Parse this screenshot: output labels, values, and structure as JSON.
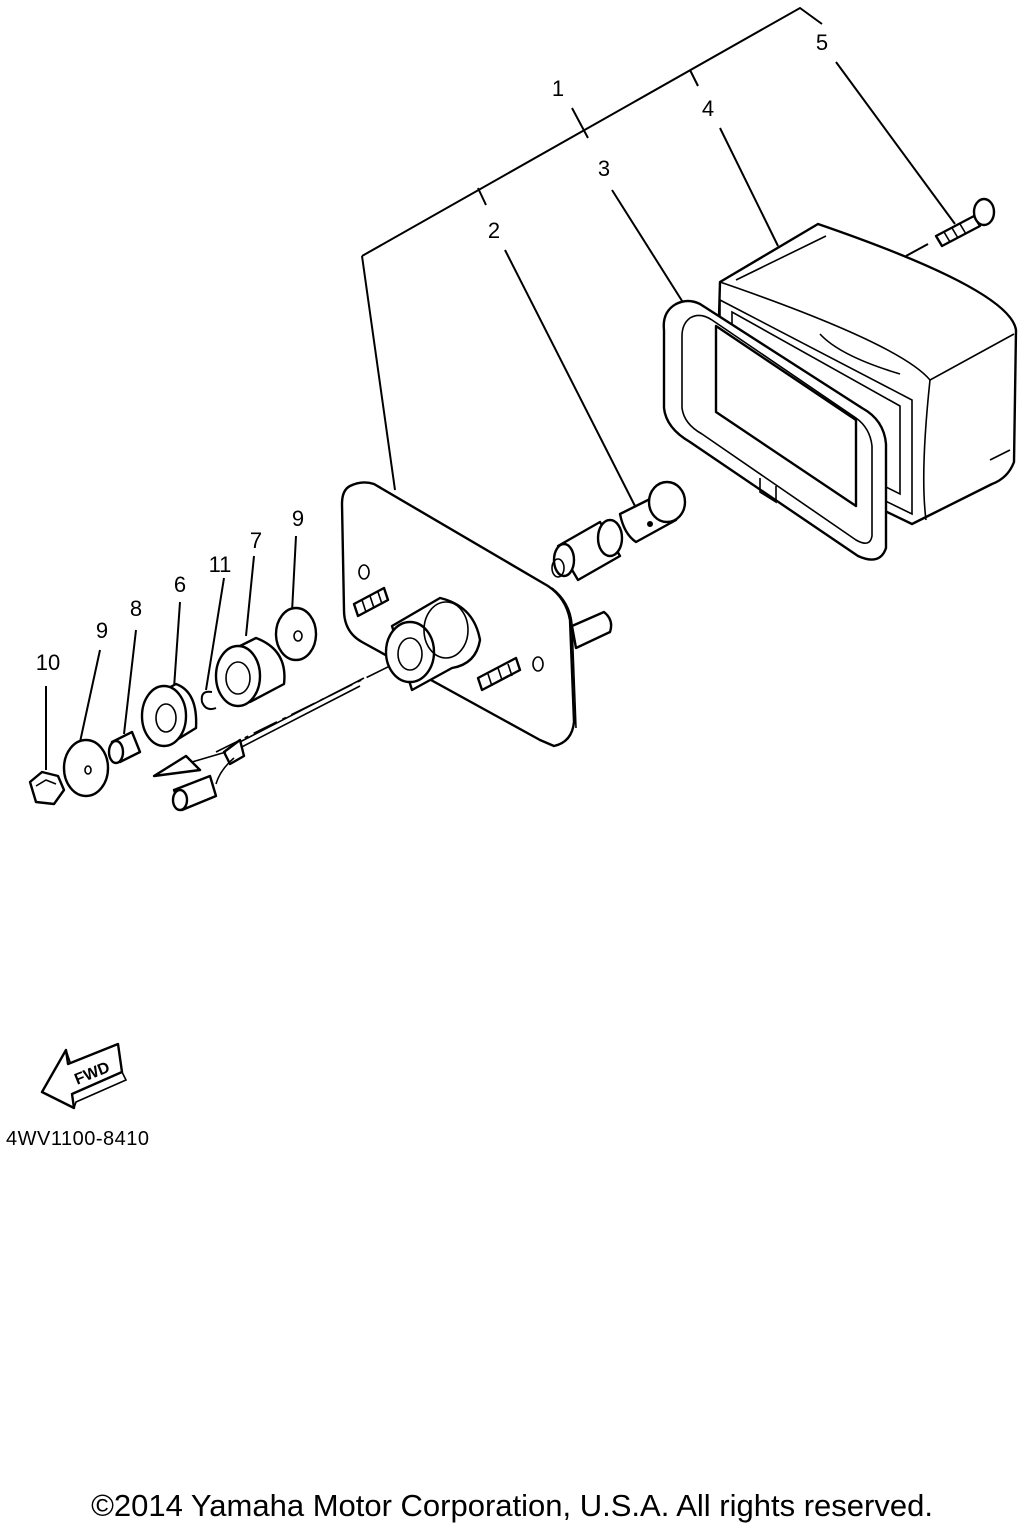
{
  "callouts": [
    "1",
    "2",
    "3",
    "4",
    "5",
    "6",
    "7",
    "8",
    "9",
    "10",
    "11"
  ],
  "fwd_arrow_label": "FWD",
  "drawing_code": "4WV1100-8410",
  "copyright": "©2014 Yamaha Motor Corporation, U.S.A. All rights reserved."
}
